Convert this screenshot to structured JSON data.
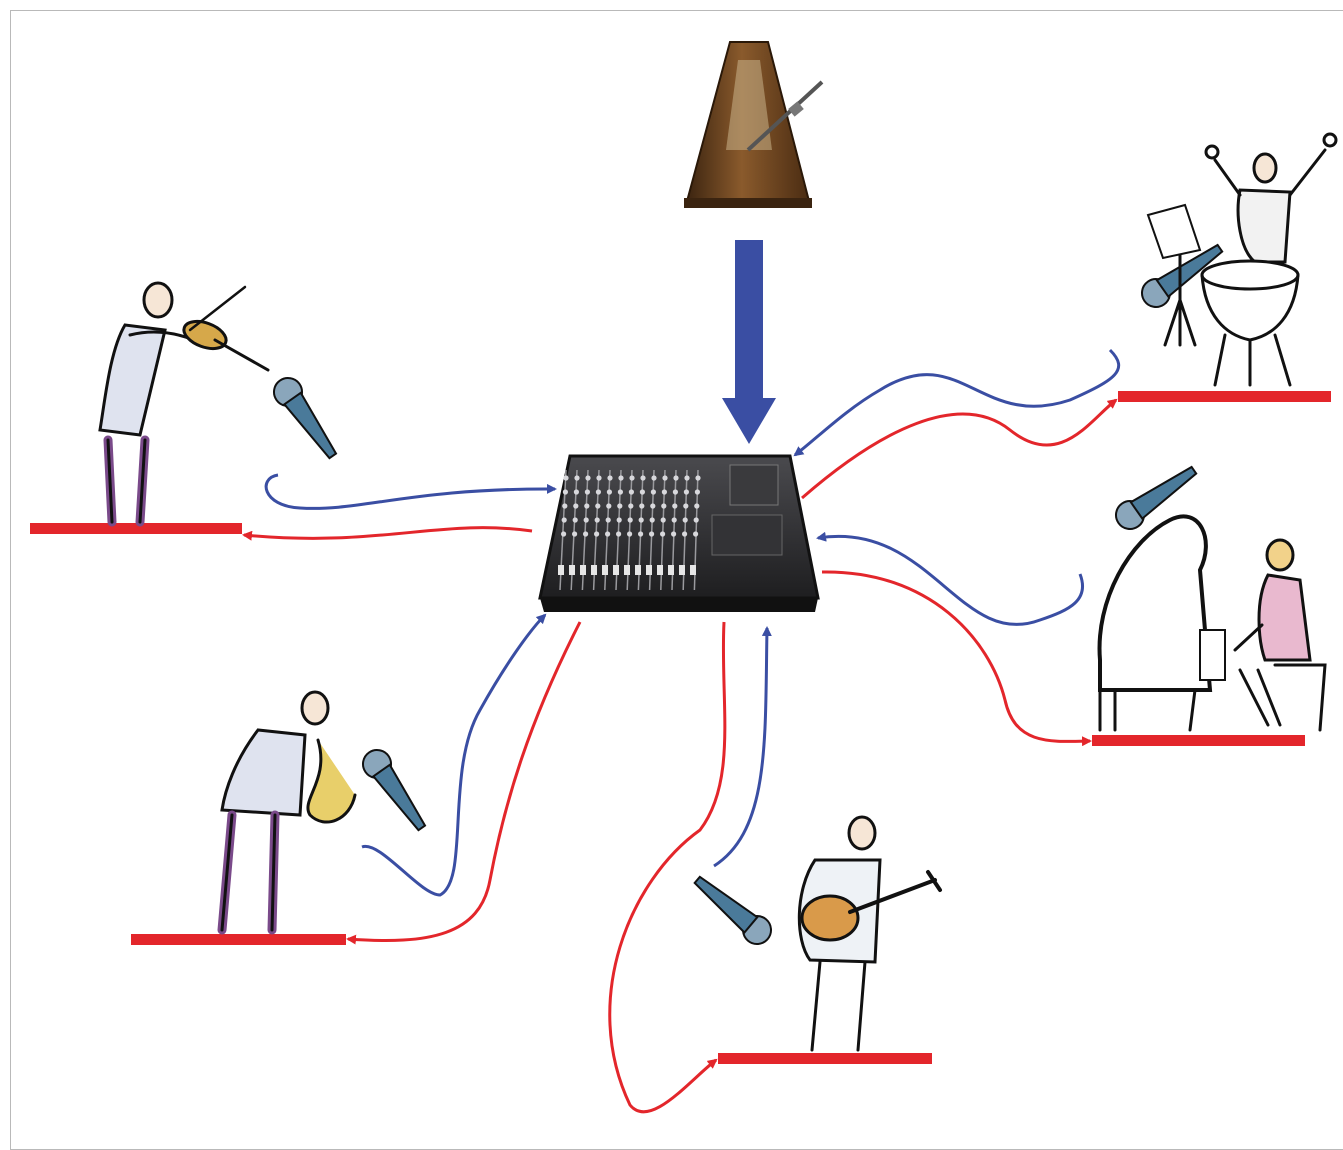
{
  "diagram": {
    "colors": {
      "return_line": "#e3262b",
      "input_line": "#3a4ea3",
      "metronome_arrow": "#3a4ea3",
      "stage_bar": "#e3262b",
      "mixer_body": "#2a2a2c",
      "metronome_wood": "#6b4220",
      "figure_outline": "#111111",
      "clothing_stripe": "#7a4a8a",
      "mic_body": "#4a7a9a"
    },
    "hub": {
      "icon": "mixing-console-icon"
    },
    "source": {
      "icon": "metronome-icon",
      "connection": "metronome-to-mixer"
    },
    "performers": [
      {
        "id": "violinist",
        "icon": "violinist-icon",
        "mic_icon": "microphone-icon"
      },
      {
        "id": "saxophonist",
        "icon": "saxophonist-icon",
        "mic_icon": "microphone-icon"
      },
      {
        "id": "guitarist",
        "icon": "guitarist-icon",
        "mic_icon": "microphone-icon"
      },
      {
        "id": "pianist",
        "icon": "pianist-icon",
        "mic_icon": "microphone-icon"
      },
      {
        "id": "timpanist",
        "icon": "timpanist-icon",
        "mic_icon": "microphone-icon"
      }
    ]
  }
}
